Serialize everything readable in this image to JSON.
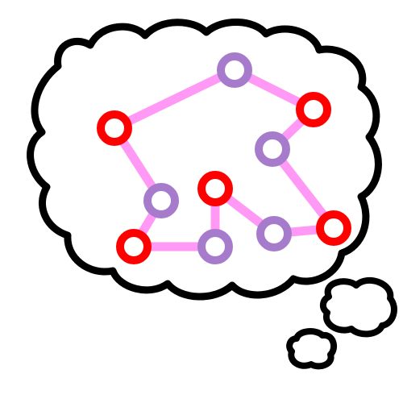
{
  "colors": {
    "background": "#ffffff",
    "outline": "#000000",
    "edge": "#ff99f5",
    "node_red": "#ff0000",
    "node_purple": "#a77bcc",
    "node_fill": "#ffffff"
  },
  "graph": {
    "nodes": [
      {
        "id": "n1",
        "color": "purple"
      },
      {
        "id": "n2",
        "color": "red"
      },
      {
        "id": "n3",
        "color": "red"
      },
      {
        "id": "n4",
        "color": "purple"
      },
      {
        "id": "n5",
        "color": "purple"
      },
      {
        "id": "n6",
        "color": "red"
      },
      {
        "id": "n7",
        "color": "red"
      },
      {
        "id": "n8",
        "color": "purple"
      },
      {
        "id": "n9",
        "color": "purple"
      },
      {
        "id": "n10",
        "color": "red"
      }
    ],
    "edges": [
      [
        "n1",
        "n2"
      ],
      [
        "n1",
        "n3"
      ],
      [
        "n3",
        "n4"
      ],
      [
        "n4",
        "n10"
      ],
      [
        "n10",
        "n9"
      ],
      [
        "n9",
        "n6"
      ],
      [
        "n6",
        "n8"
      ],
      [
        "n8",
        "n7"
      ],
      [
        "n7",
        "n5"
      ],
      [
        "n5",
        "n2"
      ]
    ]
  }
}
